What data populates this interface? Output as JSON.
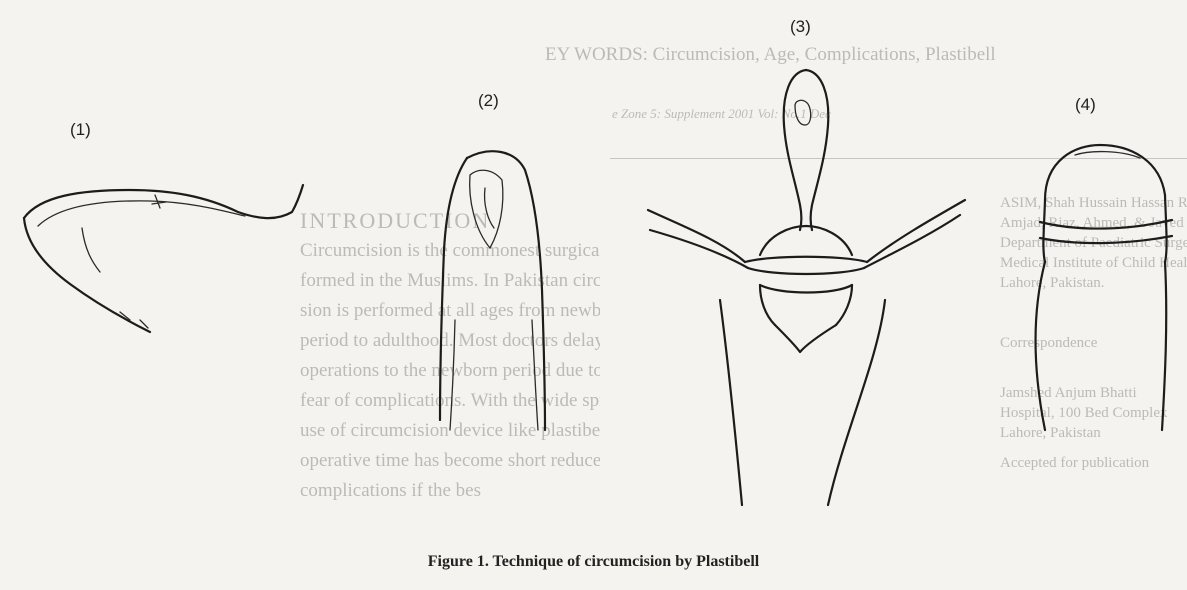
{
  "background_text": {
    "keywords_line": "EY WORDS: Circumcision, Age, Complications, Plastibell",
    "journal_line": "e Zone 5: Supplement 2001  Vol: No.1  Dec",
    "heading": "INTRODUCTION",
    "body_lines": [
      "Circumcision is the commonest surgical pe",
      "formed in the Muslims. In Pakistan circumci",
      "sion is performed at all ages from newborn",
      "period to adulthood. Most doctors delay th",
      "operations to the newborn period due to th",
      "fear of complications. With the wide spre",
      "use of circumcision device like plastibell, th",
      "operative time has become short reduced a",
      "complications if the bes"
    ],
    "right_lines": [
      "ASIM, Shah Hussain  Hassan RIZVI, Asif",
      "Amjad, Riaz, Ahmed, & Javed",
      "Department of Paediatric Surgery",
      "Medical Institute of Child Health",
      "Lahore, Pakistan.",
      "Correspondence",
      "Jamshed Anjum Bhatti",
      "Hospital, 100 Bed Complex",
      "Lahore, Pakistan",
      "Accepted for publication"
    ]
  },
  "figure": {
    "labels": [
      "(1)",
      "(2)",
      "(3)",
      "(4)"
    ],
    "caption": "Figure 1. Technique of circumcision by Plastibell"
  }
}
